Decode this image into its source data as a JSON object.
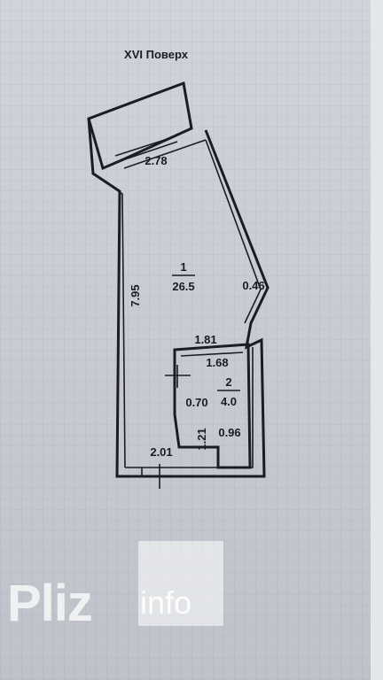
{
  "floor_title": "XVI Поверх",
  "rooms": [
    {
      "number": "1",
      "area": "26.5"
    },
    {
      "number": "2",
      "area": "4.0"
    }
  ],
  "dimensions": {
    "balcony_width": "2.78",
    "left_wall": "7.95",
    "right_wall": "0.46",
    "room2_top": "1.81",
    "room2_inner": "1.68",
    "room2_left": "0.70",
    "room2_height": "1.21",
    "room2_right": "0.96",
    "bottom_wall": "2.01"
  },
  "watermark": {
    "brand": "Pliz",
    "suffix": "info"
  }
}
